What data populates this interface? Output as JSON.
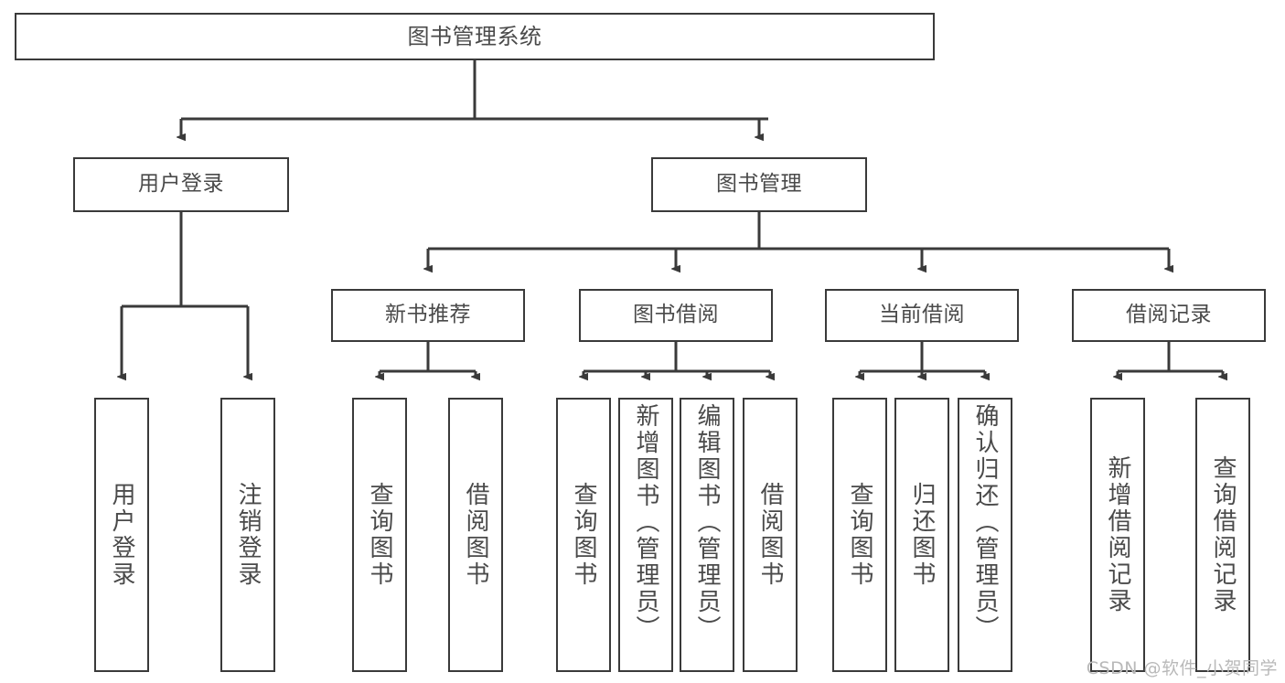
{
  "diagram": {
    "type": "tree",
    "title": "图书管理系统",
    "watermark": "CSDN @软件_小贺同学",
    "colors": {
      "node_border": "#3a3a3a",
      "node_fill": "#ffffff",
      "text": "#4a4a4a",
      "connector": "#3a3a3a",
      "watermark": "#b9b9b9",
      "background": "#ffffff"
    },
    "nodes": {
      "root": {
        "label": "图书管理系统"
      },
      "level2": [
        {
          "id": "user-login",
          "label": "用户登录"
        },
        {
          "id": "book-manage",
          "label": "图书管理"
        }
      ],
      "level3": [
        {
          "id": "new-book-recommend",
          "label": "新书推荐"
        },
        {
          "id": "book-borrow",
          "label": "图书借阅"
        },
        {
          "id": "current-borrow",
          "label": "当前借阅"
        },
        {
          "id": "borrow-record",
          "label": "借阅记录"
        }
      ],
      "leaves": {
        "user-login": [
          {
            "id": "leaf-user-login",
            "label": "用户登录"
          },
          {
            "id": "leaf-logout-login",
            "label": "注销登录"
          }
        ],
        "new-book-recommend": [
          {
            "id": "leaf-query-book-1",
            "label": "查询图书"
          },
          {
            "id": "leaf-borrow-book-1",
            "label": "借阅图书"
          }
        ],
        "book-borrow": [
          {
            "id": "leaf-query-book-2",
            "label": "查询图书"
          },
          {
            "id": "leaf-add-book",
            "label": "新增图书（管理员）"
          },
          {
            "id": "leaf-edit-book",
            "label": "编辑图书（管理员）"
          },
          {
            "id": "leaf-borrow-book-2",
            "label": "借阅图书"
          }
        ],
        "current-borrow": [
          {
            "id": "leaf-query-book-3",
            "label": "查询图书"
          },
          {
            "id": "leaf-return-book",
            "label": "归还图书"
          },
          {
            "id": "leaf-confirm-return",
            "label": "确认归还（管理员）"
          }
        ],
        "borrow-record": [
          {
            "id": "leaf-add-record",
            "label": "新增借阅记录"
          },
          {
            "id": "leaf-query-record",
            "label": "查询借阅记录"
          }
        ]
      }
    }
  }
}
